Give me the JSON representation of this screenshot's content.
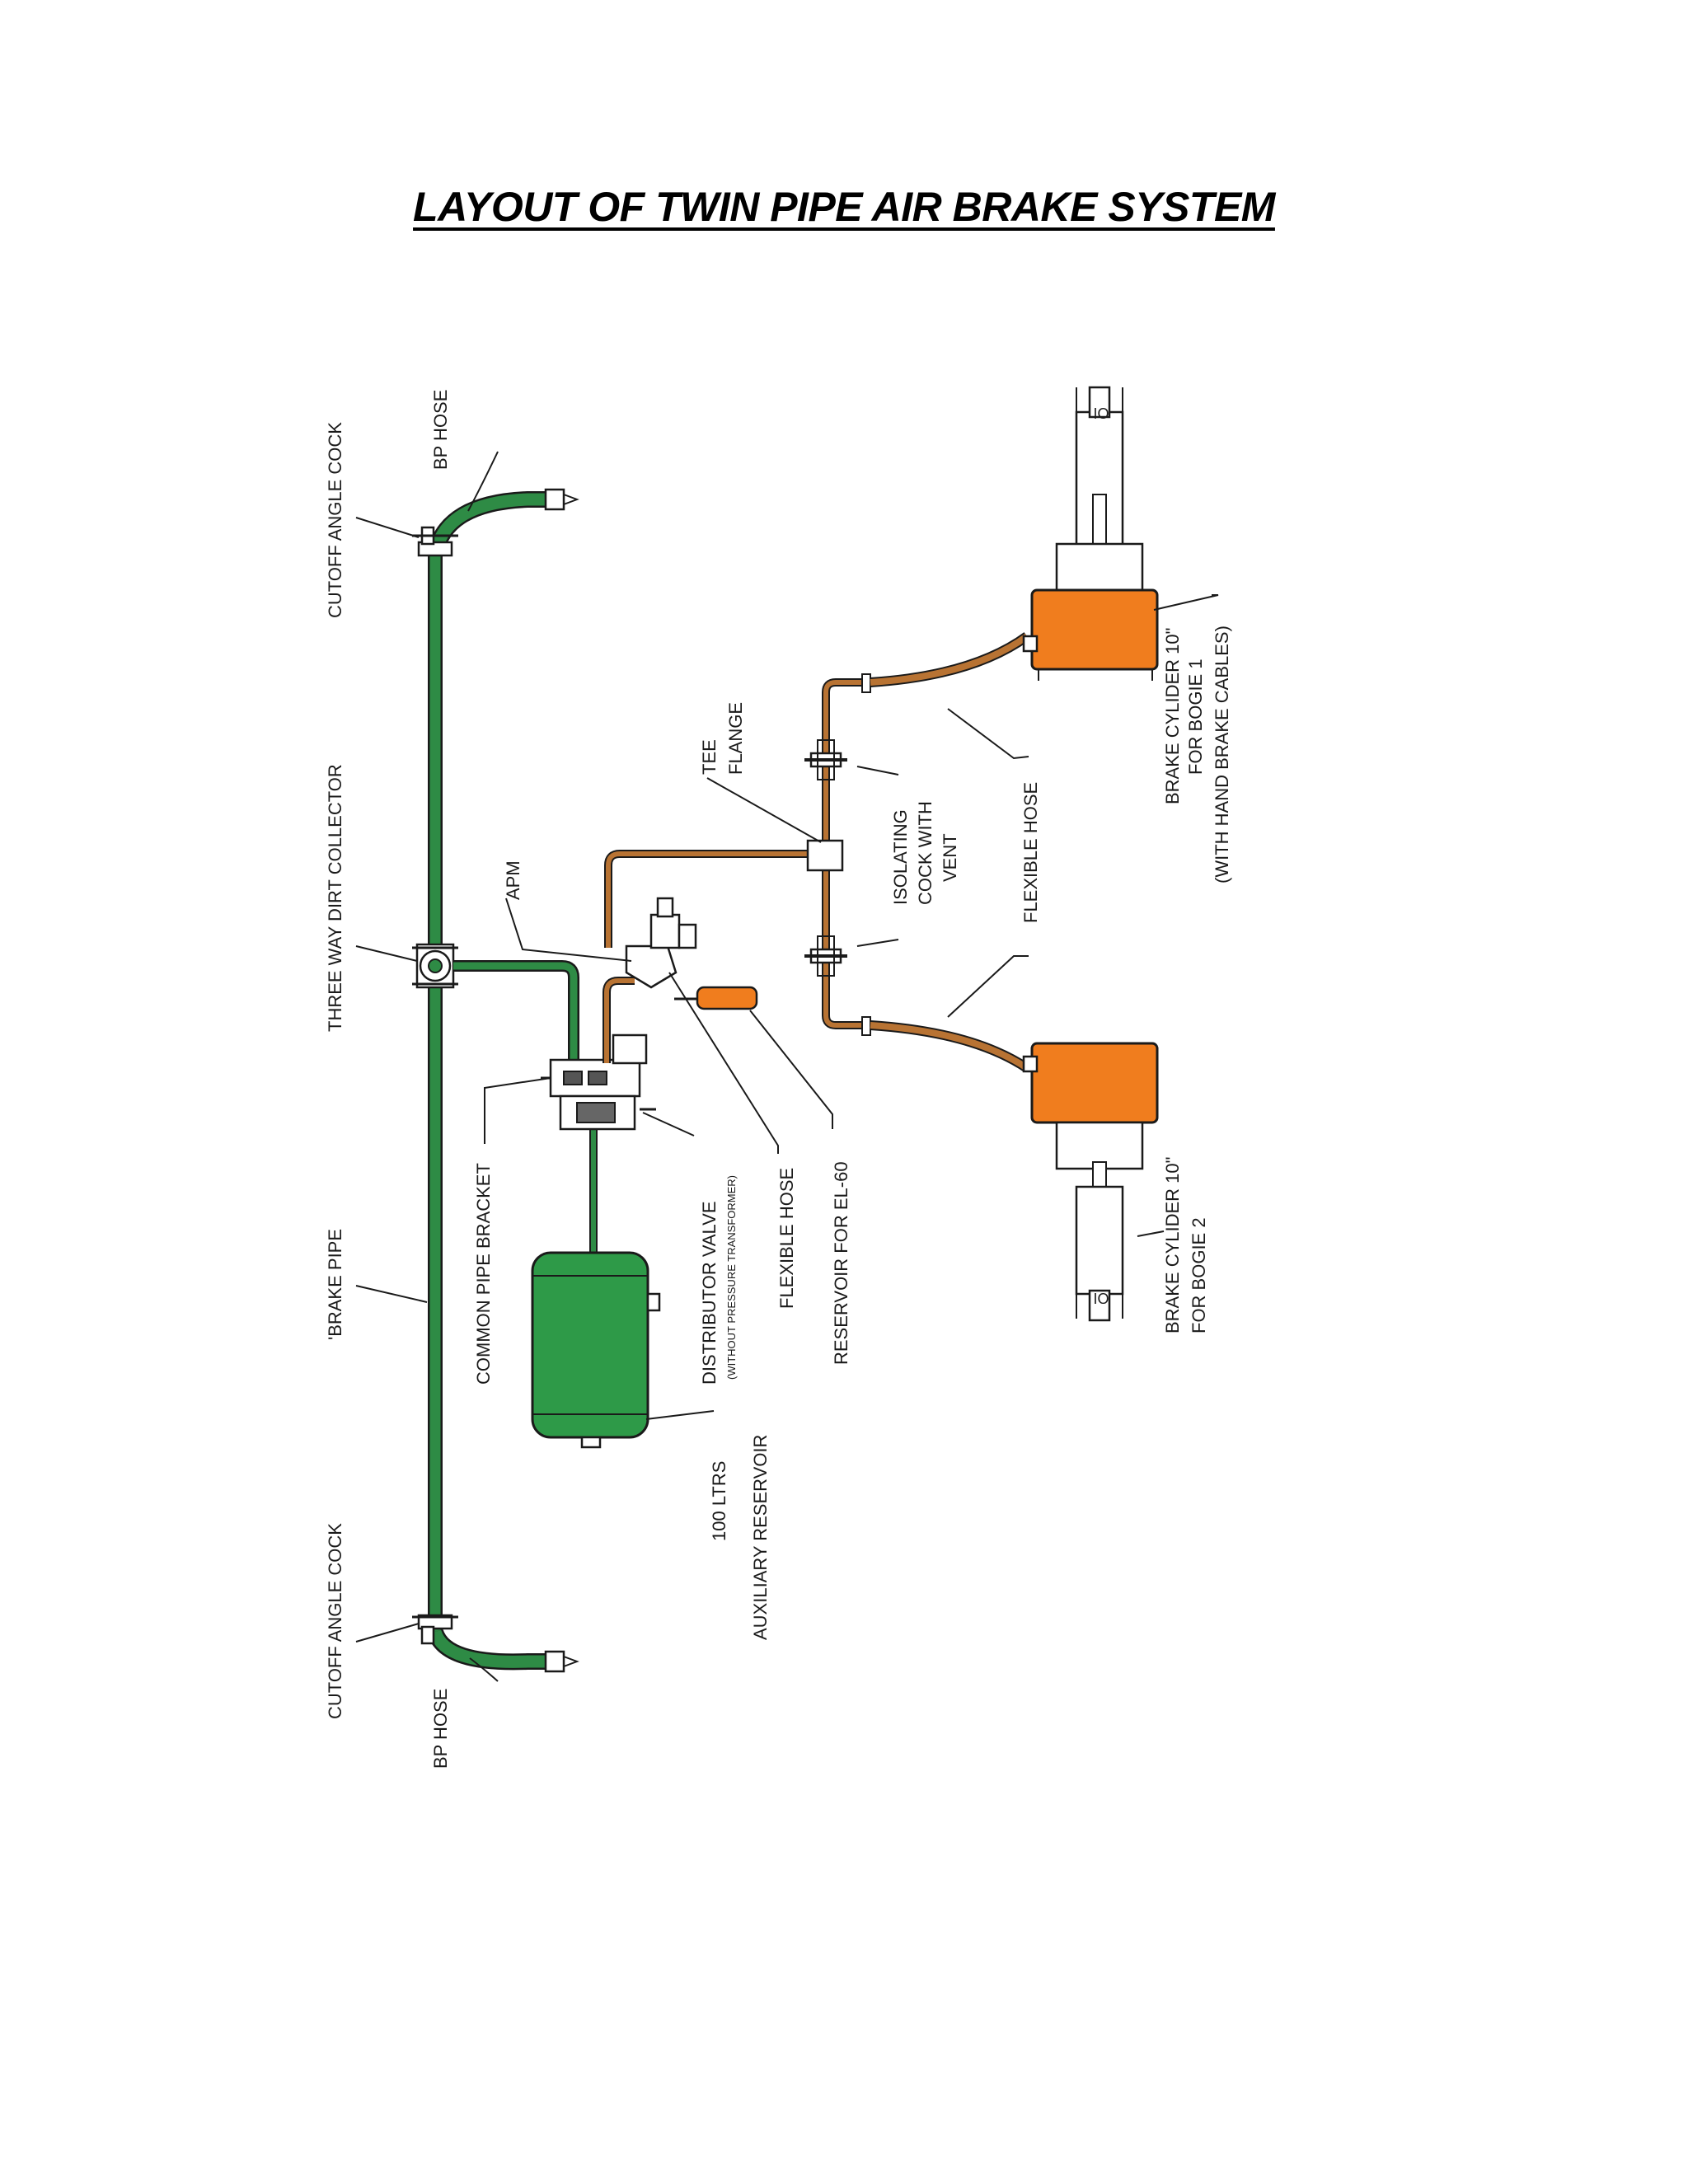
{
  "title": "LAYOUT OF TWIN PIPE AIR BRAKE SYSTEM",
  "colors": {
    "brake_pipe": "#2e8b45",
    "branch_pipe": "#b87333",
    "cylinder": "#f07d1e",
    "reservoir": "#2e9a48"
  },
  "labels": {
    "cutoff_angle_cock_top": "CUTOFF ANGLE COCK",
    "bp_hose_top": "BP HOSE",
    "three_way_dirt_collector": "THREE WAY DIRT COLLECTOR",
    "brake_pipe": "'BRAKE PIPE",
    "cutoff_angle_cock_bottom": "CUTOFF ANGLE COCK",
    "bp_hose_bottom": "BP HOSE",
    "common_pipe_bracket": "COMMON PIPE BRACKET",
    "apm": "APM",
    "distributor_valve": "DISTRIBUTOR VALVE",
    "distributor_valve_note": "(WITHOUT PRESSURE TRANSFORMER)",
    "flexible_hose_left": "FLEXIBLE HOSE",
    "reservoir_el60": "RESERVOIR FOR EL-60",
    "auxiliary_reservoir_1": "100 LTRS",
    "auxiliary_reservoir_2": "AUXILIARY RESERVOIR",
    "tee": "TEE",
    "flange": "FLANGE",
    "isolating_cock_1": "ISOLATING",
    "isolating_cock_2": "COCK WITH",
    "isolating_cock_3": "VENT",
    "flexible_hose_right": "FLEXIBLE HOSE",
    "brake_cylinder_bogie1_1": "BRAKE CYLIDER 10\"",
    "brake_cylinder_bogie1_2": "FOR BOGIE 1",
    "brake_cylinder_bogie1_3": "(WITH HAND BRAKE CABLES)",
    "brake_cylinder_bogie2_1": "BRAKE CYLIDER 10\"",
    "brake_cylinder_bogie2_2": "FOR BOGIE 2"
  }
}
